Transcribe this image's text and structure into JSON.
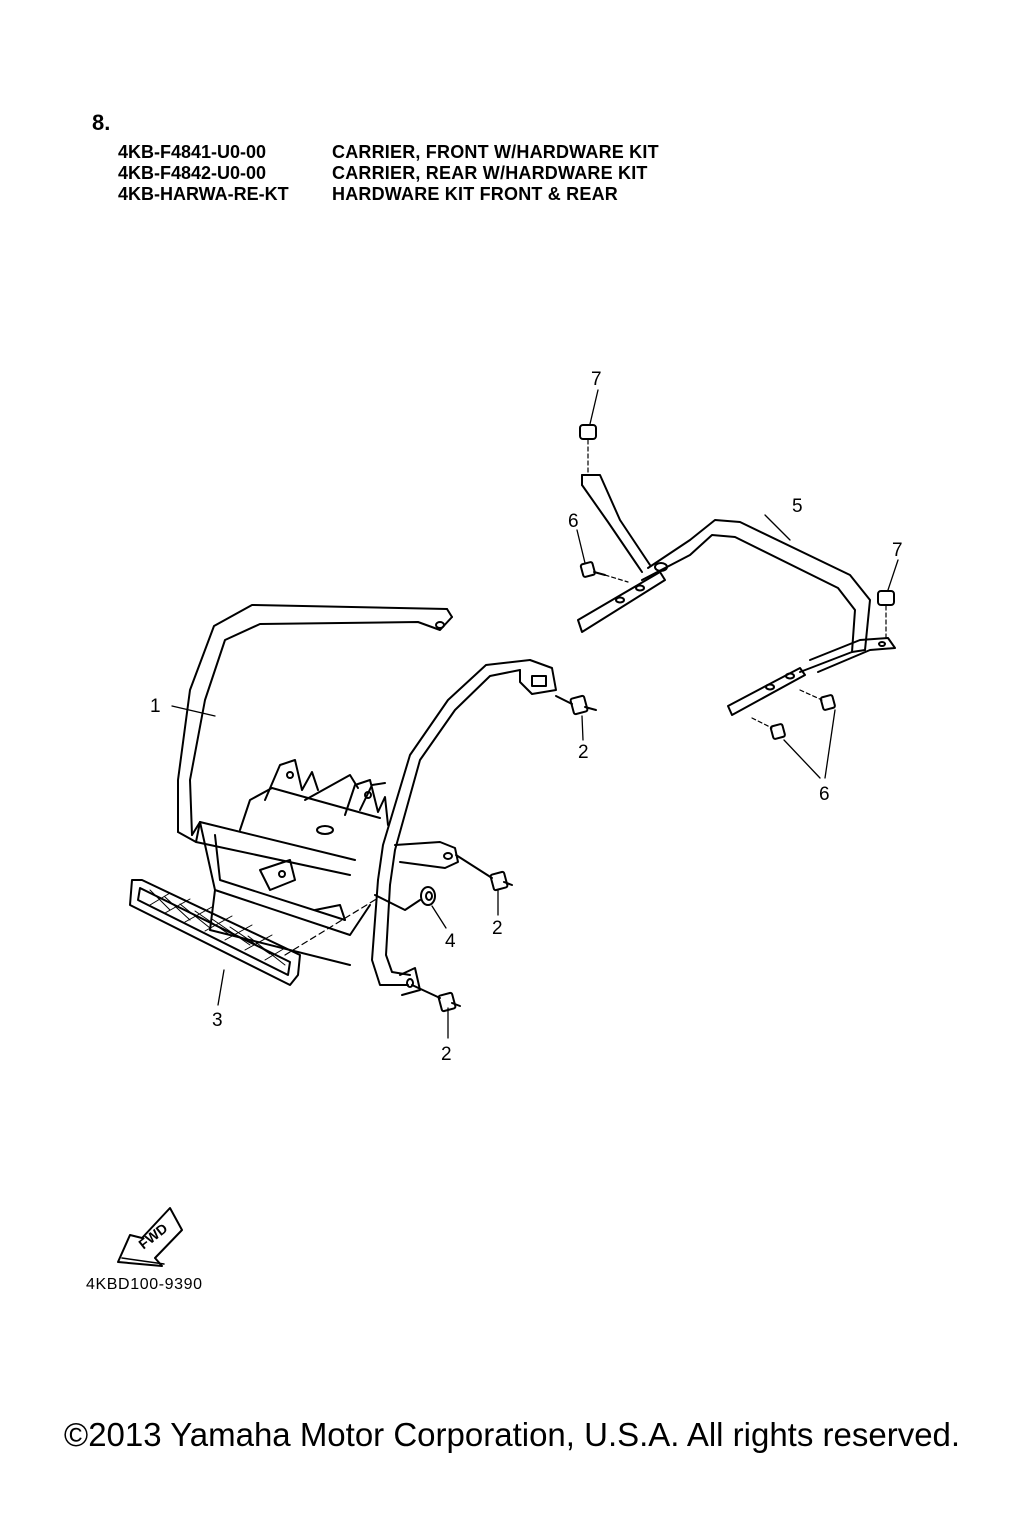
{
  "section_number": "8.",
  "parts_list": [
    {
      "part_no": "4KB-F4841-U0-00",
      "description": "CARRIER, FRONT W/HARDWARE KIT"
    },
    {
      "part_no": "4KB-F4842-U0-00",
      "description": "CARRIER, REAR W/HARDWARE KIT"
    },
    {
      "part_no": "4KB-HARWA-RE-KT",
      "description": "HARDWARE KIT FRONT & REAR"
    }
  ],
  "callouts": {
    "front_carrier": "1",
    "bolt_a": "2",
    "bolt_b": "2",
    "bolt_c": "2",
    "reflector": "3",
    "washer": "4",
    "rear_carrier": "5",
    "rear_bolt_a": "6",
    "rear_bolt_b": "6",
    "rubber_cap_a": "7",
    "rubber_cap_b": "7"
  },
  "fwd_arrow_label": "FWD",
  "drawing_code": "4KBD100-9390",
  "copyright": "©2013 Yamaha Motor Corporation, U.S.A. All rights reserved."
}
